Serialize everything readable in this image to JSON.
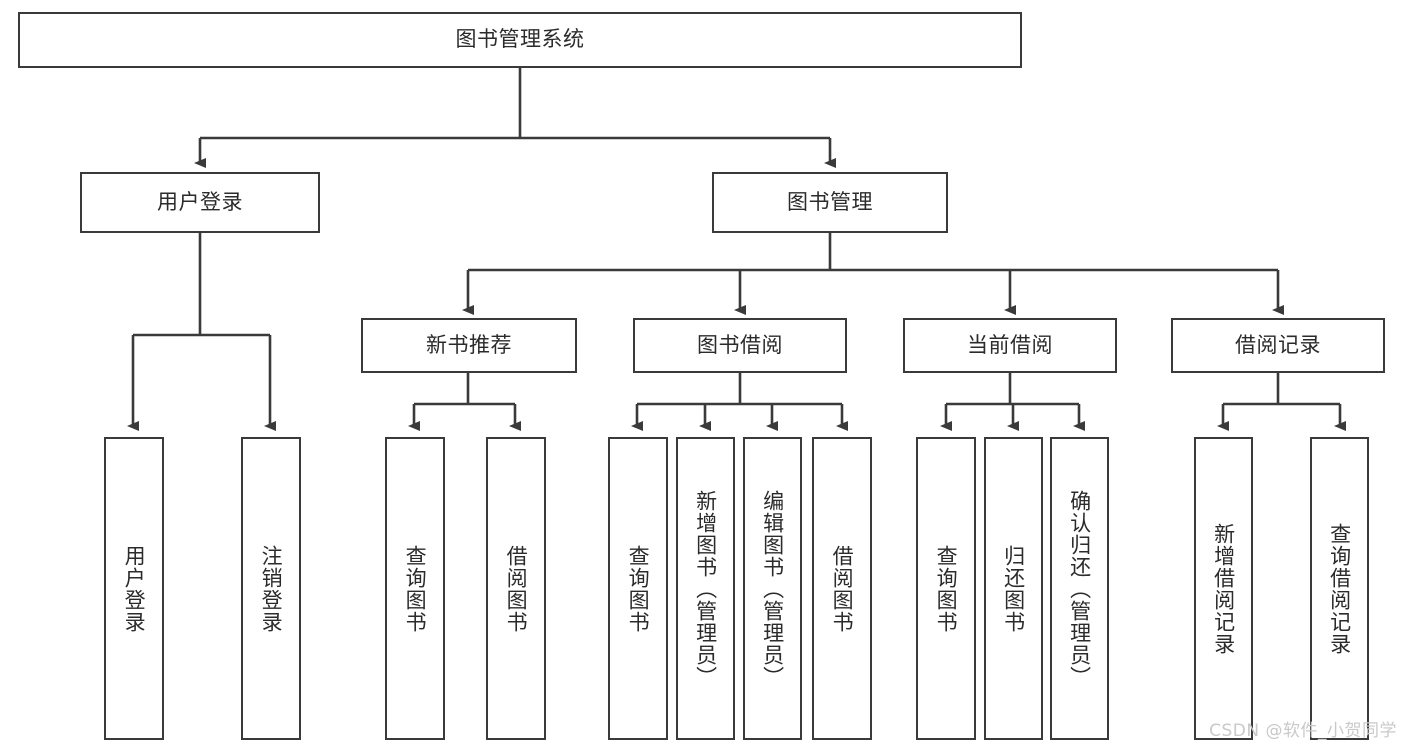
{
  "diagram": {
    "title": "图书管理系统",
    "type": "tree-hierarchy",
    "root": {
      "label": "图书管理系统"
    },
    "level2": [
      {
        "label": "用户登录"
      },
      {
        "label": "图书管理"
      }
    ],
    "level3": [
      {
        "label": "新书推荐"
      },
      {
        "label": "图书借阅"
      },
      {
        "label": "当前借阅"
      },
      {
        "label": "借阅记录"
      }
    ],
    "leaves": {
      "user_login": [
        {
          "label": "用户登录"
        },
        {
          "label": "注销登录"
        }
      ],
      "new_book": [
        {
          "label": "查询图书"
        },
        {
          "label": "借阅图书"
        }
      ],
      "book_borrow": [
        {
          "label": "查询图书"
        },
        {
          "label": "新增图书（管理员）"
        },
        {
          "label": "编辑图书（管理员）"
        },
        {
          "label": "借阅图书"
        }
      ],
      "current_borrow": [
        {
          "label": "查询图书"
        },
        {
          "label": "归还图书"
        },
        {
          "label": "确认归还（管理员）"
        }
      ],
      "borrow_record": [
        {
          "label": "新增借阅记录"
        },
        {
          "label": "查询借阅记录"
        }
      ]
    }
  },
  "watermark": {
    "text": "CSDN @软件_小贺同学"
  },
  "colors": {
    "stroke": "#3a3a3a",
    "text": "#2b2b2b",
    "background": "#ffffff",
    "watermark": "#c9c9c9"
  }
}
